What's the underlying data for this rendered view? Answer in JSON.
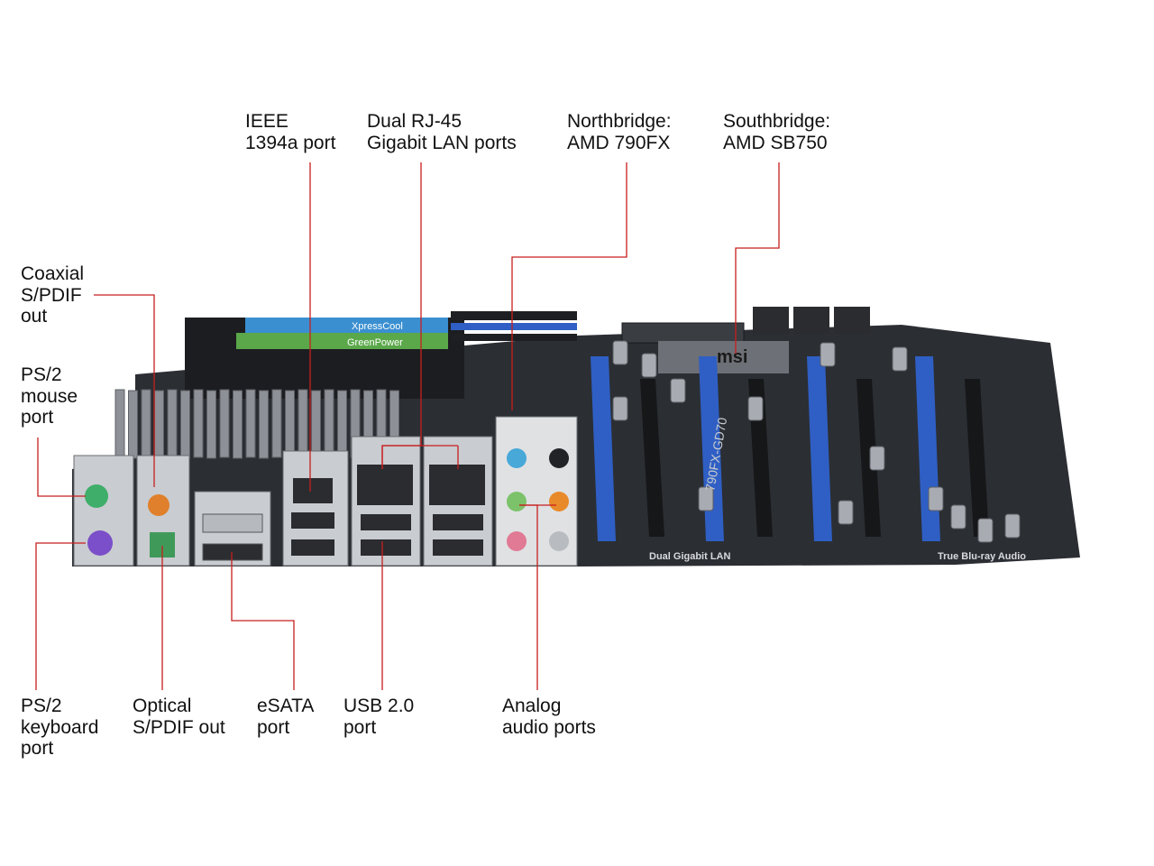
{
  "colors": {
    "leader": "#c81e1e",
    "board": "#2b2e33",
    "slot_blue": "#2f5fc4",
    "heatsink": "#8d9096",
    "io_metal": "#c9ccd0",
    "ps2_mouse": "#3fae6a",
    "ps2_keyboard": "#7b4fc9",
    "audio_blue": "#48a8d8",
    "audio_green": "#7cc26a",
    "audio_pink": "#e17a94",
    "audio_orange": "#e88a2a",
    "coax_orange": "#e0802c",
    "optical_green": "#3f9a5a"
  },
  "labels": {
    "ieee": [
      "IEEE",
      "1394a port"
    ],
    "rj45": [
      "Dual RJ-45",
      "Gigabit LAN ports"
    ],
    "northbridge": [
      "Northbridge:",
      "AMD 790FX"
    ],
    "southbridge": [
      "Southbridge:",
      "AMD SB750"
    ],
    "coaxial": [
      "Coaxial",
      "S/PDIF",
      "out"
    ],
    "ps2_mouse": [
      "PS/2",
      "mouse",
      "port"
    ],
    "ps2_keyboard": [
      "PS/2",
      "keyboard",
      "port"
    ],
    "optical": [
      "Optical",
      "S/PDIF out"
    ],
    "esata": [
      "eSATA",
      "port"
    ],
    "usb": [
      "USB 2.0",
      "port"
    ],
    "audio": [
      "Analog",
      "audio ports"
    ]
  },
  "board_text": {
    "brand": "msi",
    "model": "790FX-GD70",
    "lan": "Dual Gigabit LAN",
    "audio_feature": "True Blu-ray Audio",
    "sticker": "GreenPower",
    "sticker2": "XpressCool"
  }
}
